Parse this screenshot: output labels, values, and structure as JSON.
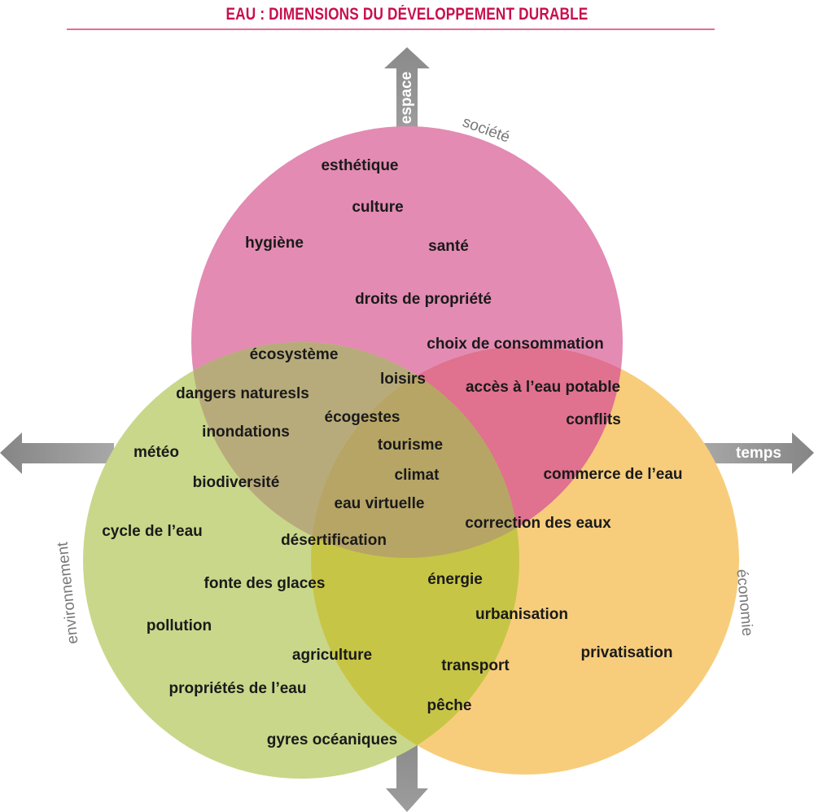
{
  "title": "EAU : DIMENSIONS DU DÉVELOPPEMENT DURABLE",
  "colors": {
    "title": "#c8104f",
    "society": "#e38bb3",
    "environment": "#c9d78a",
    "economy": "#f7cd7c",
    "soc_env": "#b8ab7b",
    "soc_eco": "#e0718f",
    "env_eco": "#c7c546",
    "all": "#b7a566",
    "arrow": "#8e8e8e"
  },
  "axes": {
    "up": "espace",
    "right": "temps"
  },
  "dimensions": {
    "society": "société",
    "environment": "environnement",
    "economy": "économie"
  },
  "terms": {
    "society": [
      "esthétique",
      "culture",
      "hygiène",
      "santé",
      "droits de propriété",
      "choix de consommation"
    ],
    "society_environment": [
      "écosystème",
      "dangers naturesls",
      "inondations",
      "biodiversité",
      "écogestes"
    ],
    "society_economy": [
      "accès à l’eau potable",
      "conflits",
      "commerce de l’eau",
      "correction des eaux"
    ],
    "all": [
      "loisirs",
      "tourisme",
      "climat",
      "eau virtuelle",
      "désertification"
    ],
    "environment": [
      "météo",
      "cycle de l’eau",
      "fonte des glaces",
      "pollution",
      "propriétés de l’eau",
      "gyres océaniques"
    ],
    "environment_economy": [
      "agriculture",
      "énergie",
      "transport",
      "pêche"
    ],
    "economy": [
      "urbanisation",
      "privatisation"
    ]
  }
}
